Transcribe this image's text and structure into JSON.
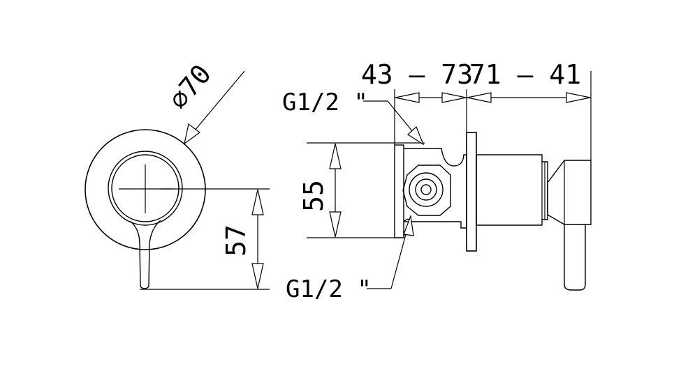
{
  "front_view": {
    "diameter_label": "∅70",
    "height_label": "57"
  },
  "side_view": {
    "depth_label_left": "43 – 73",
    "depth_label_right": "71 – 41",
    "height_label": "55",
    "thread_top_label": "G1/2 \"",
    "thread_bottom_label": "G1/2 \""
  }
}
